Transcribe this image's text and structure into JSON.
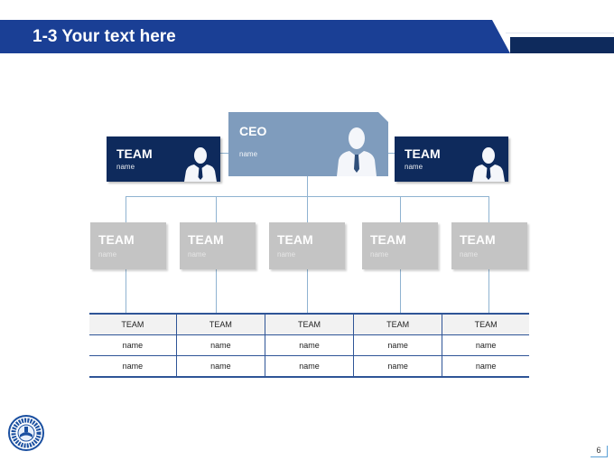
{
  "header": {
    "title": "1-3 Your text here"
  },
  "org": {
    "ceo": {
      "title": "CEO",
      "sub": "name"
    },
    "left_team": {
      "title": "TEAM",
      "sub": "name"
    },
    "right_team": {
      "title": "TEAM",
      "sub": "name"
    },
    "teams": [
      {
        "title": "TEAM",
        "sub": "name"
      },
      {
        "title": "TEAM",
        "sub": "name"
      },
      {
        "title": "TEAM",
        "sub": "name"
      },
      {
        "title": "TEAM",
        "sub": "name"
      },
      {
        "title": "TEAM",
        "sub": "name"
      }
    ]
  },
  "table": {
    "header": [
      "TEAM",
      "TEAM",
      "TEAM",
      "TEAM",
      "TEAM"
    ],
    "rows": [
      [
        "name",
        "name",
        "name",
        "name",
        "name"
      ],
      [
        "name",
        "name",
        "name",
        "name",
        "name"
      ]
    ]
  },
  "footer": {
    "page_number": "6"
  },
  "colors": {
    "header_blue": "#1a3f95",
    "navy": "#0e2a5c",
    "ceo_blue": "#7f9cbd",
    "grey_box": "#c4c4c4",
    "line": "#8fb3d1"
  }
}
